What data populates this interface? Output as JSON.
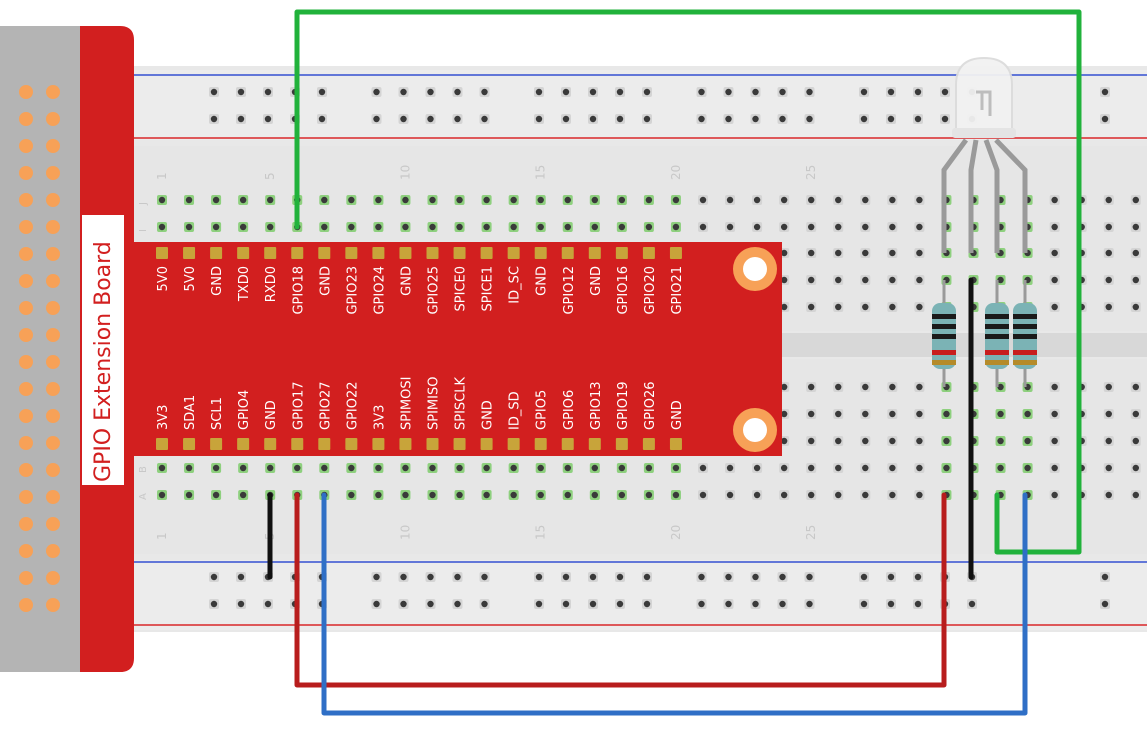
{
  "board": {
    "title": "GPIO Extension Board",
    "top_pins": [
      "5V0",
      "5V0",
      "GND",
      "TXD0",
      "RXD0",
      "GPIO18",
      "GND",
      "GPIO23",
      "GPIO24",
      "GND",
      "GPIO25",
      "SPICE0",
      "SPICE1",
      "ID_SC",
      "GND",
      "GPIO12",
      "GND",
      "GPIO16",
      "GPIO20",
      "GPIO21"
    ],
    "bottom_pins": [
      "3V3",
      "SDA1",
      "SCL1",
      "GPIO4",
      "GND",
      "GPIO17",
      "GPIO27",
      "GPIO22",
      "3V3",
      "SPIMOSI",
      "SPIMISO",
      "SPISCLK",
      "GND",
      "ID_SD",
      "GPIO5",
      "GPIO6",
      "GPIO13",
      "GPIO19",
      "GPIO26",
      "GND"
    ]
  },
  "breadboard": {
    "column_numbers": [
      "1",
      "5",
      "10",
      "15",
      "20",
      "25"
    ],
    "row_letters_top": [
      "J",
      "I"
    ],
    "row_letters_bottom": [
      "B",
      "A"
    ]
  },
  "colors": {
    "board_red": "#d21f1f",
    "header_gray": "#b4b4b4",
    "header_pin": "#f7a157",
    "breadboard": "#e8e8e8",
    "rail_red": "#d9262a",
    "rail_blue": "#3450d2",
    "wire_green": "#21b23b",
    "wire_red": "#b81d1d",
    "wire_blue": "#2f6fc6",
    "wire_black": "#111111",
    "pin_gold": "#c8a43a",
    "hole_green": "#8ed07e"
  }
}
